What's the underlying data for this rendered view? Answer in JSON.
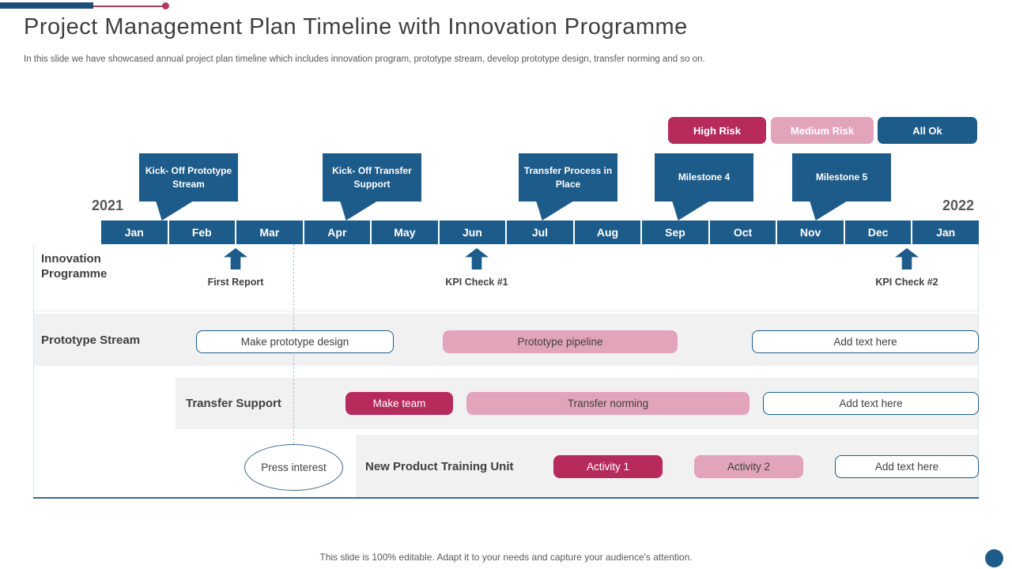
{
  "slide": {
    "title": "Project Management Plan Timeline with Innovation Programme",
    "subtitle": "In this slide we have showcased annual project plan timeline which includes innovation program, prototype stream, develop prototype design, transfer norming and so on.",
    "footer": "This slide is 100% editable. Adapt it to your needs and capture your audience's attention."
  },
  "colors": {
    "accent_blue": "#1d5c8a",
    "accent_crimson": "#b62a5c",
    "accent_pink": "#e2a4ba",
    "row_gray": "#f1f1f1",
    "text_dark": "#3f3f3f"
  },
  "legend": {
    "high": "High Risk",
    "medium": "Medium Risk",
    "ok": "All Ok"
  },
  "timeline": {
    "year_start": "2021",
    "year_end": "2022",
    "months": [
      "Jan",
      "Feb",
      "Mar",
      "Apr",
      "May",
      "Jun",
      "Jul",
      "Aug",
      "Sep",
      "Oct",
      "Nov",
      "Dec",
      "Jan"
    ],
    "callouts": [
      {
        "label": "Kick- Off Prototype Stream"
      },
      {
        "label": "Kick- Off Transfer Support"
      },
      {
        "label": "Transfer Process in Place"
      },
      {
        "label": "Milestone 4"
      },
      {
        "label": "Milestone 5"
      }
    ]
  },
  "rows": {
    "innovation": {
      "label": "Innovation Programme",
      "milestones": [
        {
          "label": "First Report"
        },
        {
          "label": "KPI Check #1"
        },
        {
          "label": "KPI Check #2"
        }
      ]
    },
    "prototype": {
      "label": "Prototype Stream",
      "tasks": [
        {
          "label": "Make prototype design"
        },
        {
          "label": "Prototype pipeline"
        },
        {
          "label": "Add text here"
        }
      ]
    },
    "transfer": {
      "label": "Transfer Support",
      "tasks": [
        {
          "label": "Make team"
        },
        {
          "label": "Transfer norming"
        },
        {
          "label": "Add text here"
        }
      ]
    },
    "training": {
      "label": "New Product Training Unit",
      "tasks": [
        {
          "label": "Activity 1"
        },
        {
          "label": "Activity 2"
        },
        {
          "label": "Add text here"
        }
      ]
    },
    "press": {
      "label": "Press interest"
    }
  }
}
